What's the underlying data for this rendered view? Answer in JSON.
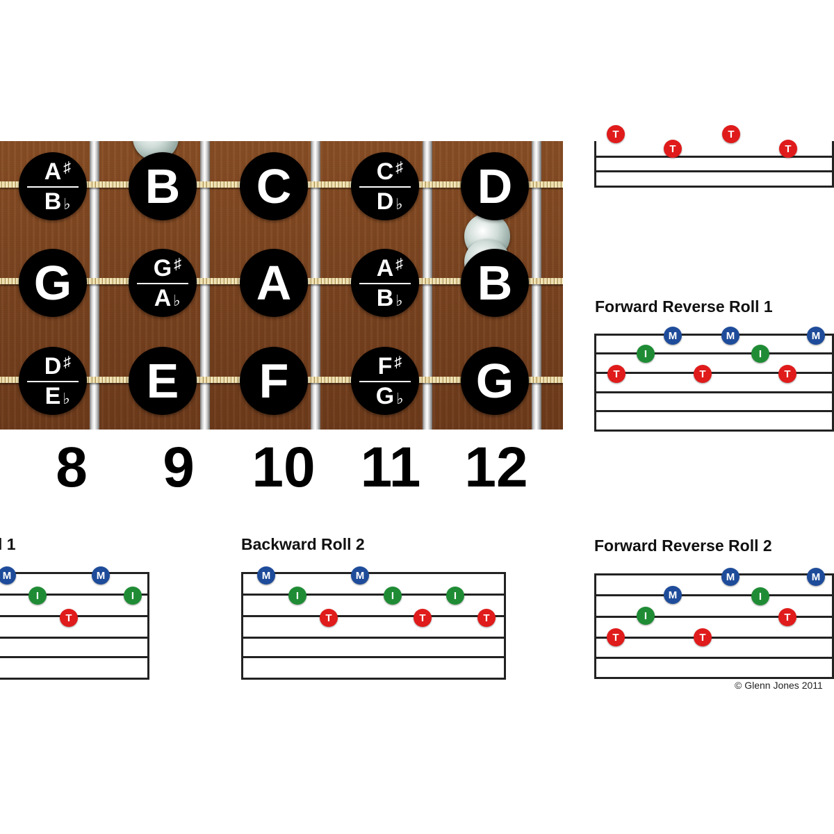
{
  "fretboard": {
    "notes": [
      {
        "top": "A",
        "top_acc": "♯",
        "bottom": "B",
        "bottom_acc": "♭"
      },
      {
        "natural": "B"
      },
      {
        "natural": "C"
      },
      {
        "top": "C",
        "top_acc": "♯",
        "bottom": "D",
        "bottom_acc": "♭"
      },
      {
        "natural": "D"
      },
      {
        "natural": "G"
      },
      {
        "top": "G",
        "top_acc": "♯",
        "bottom": "A",
        "bottom_acc": "♭"
      },
      {
        "natural": "A"
      },
      {
        "top": "A",
        "top_acc": "♯",
        "bottom": "B",
        "bottom_acc": "♭"
      },
      {
        "natural": "B"
      },
      {
        "top": "D",
        "top_acc": "♯",
        "bottom": "E",
        "bottom_acc": "♭"
      },
      {
        "natural": "E"
      },
      {
        "natural": "F"
      },
      {
        "top": "F",
        "top_acc": "♯",
        "bottom": "G",
        "bottom_acc": "♭"
      },
      {
        "natural": "G"
      }
    ],
    "fret_numbers": [
      "8",
      "9",
      "10",
      "11",
      "12"
    ]
  },
  "rolls": {
    "top_partial": {
      "title": ""
    },
    "forward_reverse_1": {
      "title": "Forward Reverse Roll 1"
    },
    "left_partial": {
      "title": "l 1"
    },
    "backward_2": {
      "title": "Backward Roll 2"
    },
    "forward_reverse_2": {
      "title": "Forward Reverse Roll 2"
    }
  },
  "finger_labels": {
    "M": "M",
    "I": "I",
    "T": "T"
  },
  "colors": {
    "M": "#1e4c9a",
    "I": "#1f8c35",
    "T": "#e01b1b",
    "fretboard": "#7b4420"
  },
  "copyright": "© Glenn Jones 2011"
}
